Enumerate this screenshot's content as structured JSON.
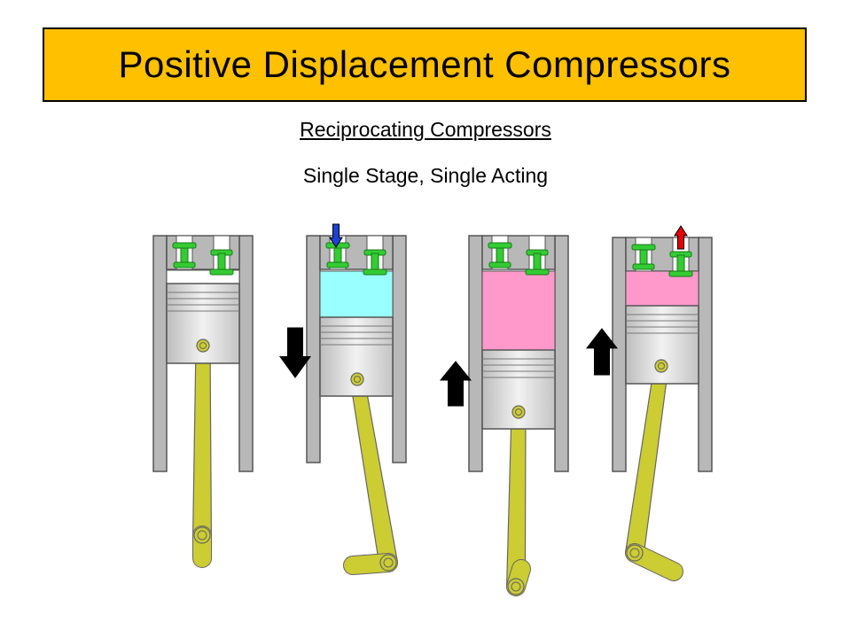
{
  "title": "Positive Displacement Compressors",
  "subtitle": "Reciprocating Compressors",
  "caption": "Single Stage, Single Acting",
  "colors": {
    "title_bg": "#ffc000",
    "cylinder": "#b8b8b8",
    "piston": "#dcdcdc",
    "valve": "#33cc33",
    "rod": "#cccc33",
    "intake_gas": "#99ffff",
    "compressed_gas": "#ff99cc",
    "intake_arrow": "#1f3fd6",
    "discharge_arrow": "#e60000",
    "motion_arrow": "#000000"
  },
  "stages": [
    {
      "gas": "none",
      "gas_icon": "empty-chamber",
      "flow_arrow": "none",
      "motion": "none"
    },
    {
      "gas": "intake",
      "gas_icon": "intake-gas-chamber",
      "flow_arrow": "down-intake-arrow-icon",
      "motion": "down"
    },
    {
      "gas": "compressed",
      "gas_icon": "compressed-gas-chamber",
      "flow_arrow": "none",
      "motion": "up"
    },
    {
      "gas": "compressed",
      "gas_icon": "discharge-gas-chamber",
      "flow_arrow": "up-discharge-arrow-icon",
      "motion": "up"
    }
  ]
}
